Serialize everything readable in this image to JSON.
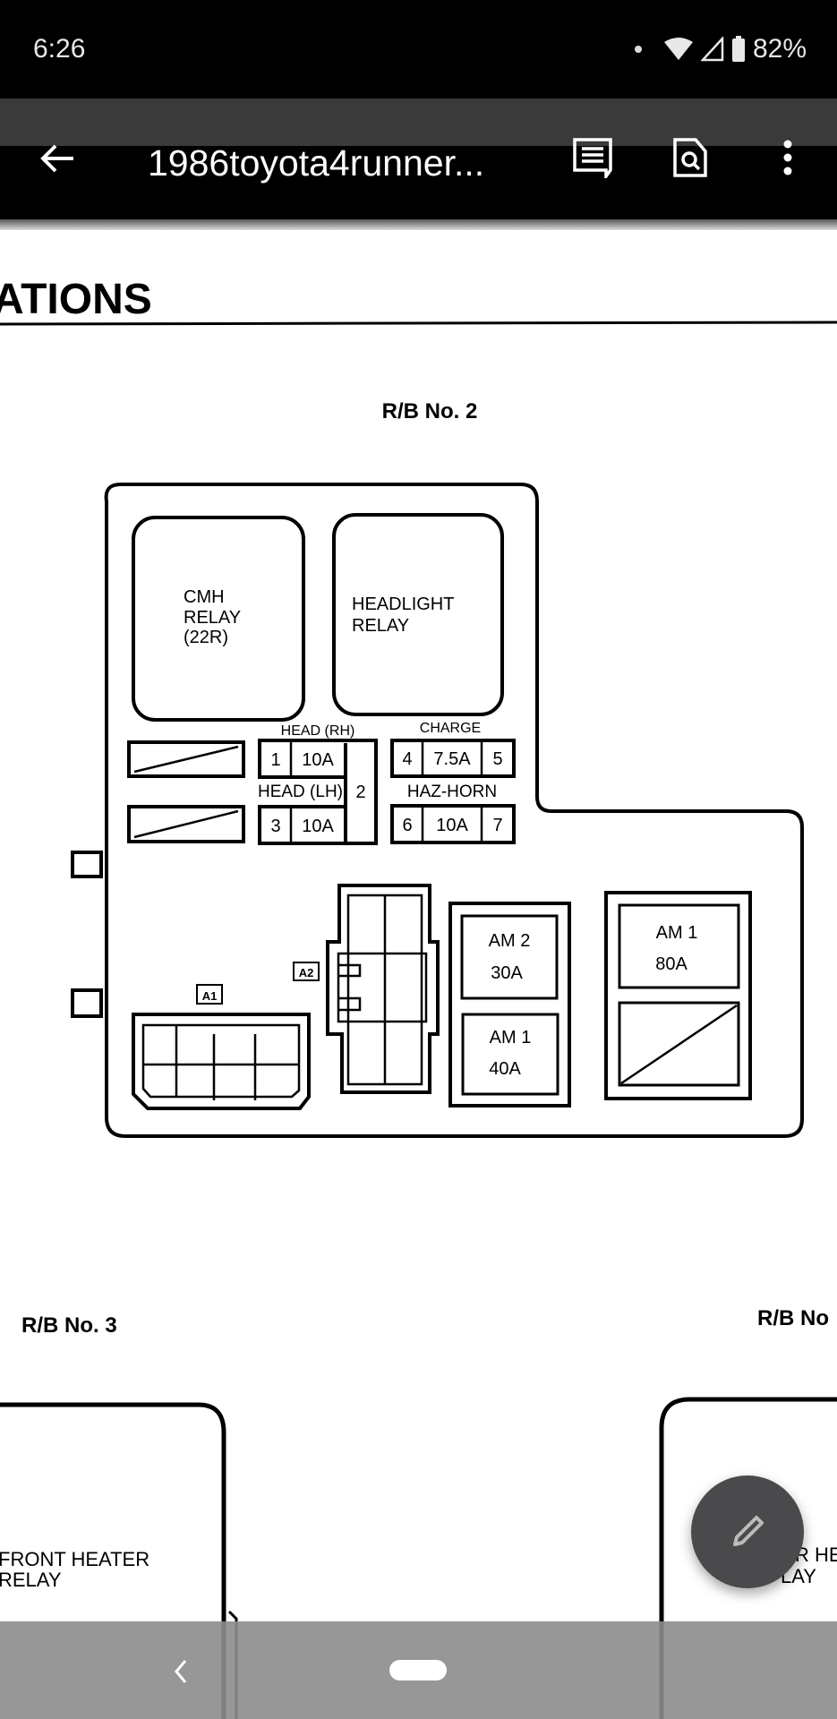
{
  "status_bar": {
    "time": "6:26",
    "battery": "82%"
  },
  "toolbar": {
    "title": "1986toyota4runner..."
  },
  "document": {
    "heading": "ATIONS",
    "rb2": {
      "title": "R/B No. 2",
      "cmh_relay": [
        "CMH",
        "RELAY",
        "(22R)"
      ],
      "headlight_relay": [
        "HEADLIGHT",
        "RELAY"
      ],
      "labels": {
        "head_rh": "HEAD (RH)",
        "head_lh": "HEAD (LH)",
        "charge": "CHARGE",
        "haz_horn": "HAZ-HORN",
        "two": "2"
      },
      "fuse_head_rh": {
        "left": "1",
        "rating": "10A"
      },
      "fuse_head_lh": {
        "left": "3",
        "rating": "10A"
      },
      "fuse_charge": {
        "left": "4",
        "rating": "7.5A",
        "right": "5"
      },
      "fuse_haz_horn": {
        "left": "6",
        "rating": "10A",
        "right": "7"
      },
      "connector_a1": "A1",
      "connector_a2": "A2",
      "am2": {
        "name": "AM 2",
        "rating": "30A"
      },
      "am1_40": {
        "name": "AM 1",
        "rating": "40A"
      },
      "am1_80": {
        "name": "AM 1",
        "rating": "80A"
      }
    },
    "rb3": {
      "title": "R/B No. 3",
      "relay": [
        "FRONT HEATER",
        "RELAY"
      ]
    },
    "rb4": {
      "title": "R/B No",
      "relay": [
        "R HE",
        "LAY"
      ]
    }
  }
}
